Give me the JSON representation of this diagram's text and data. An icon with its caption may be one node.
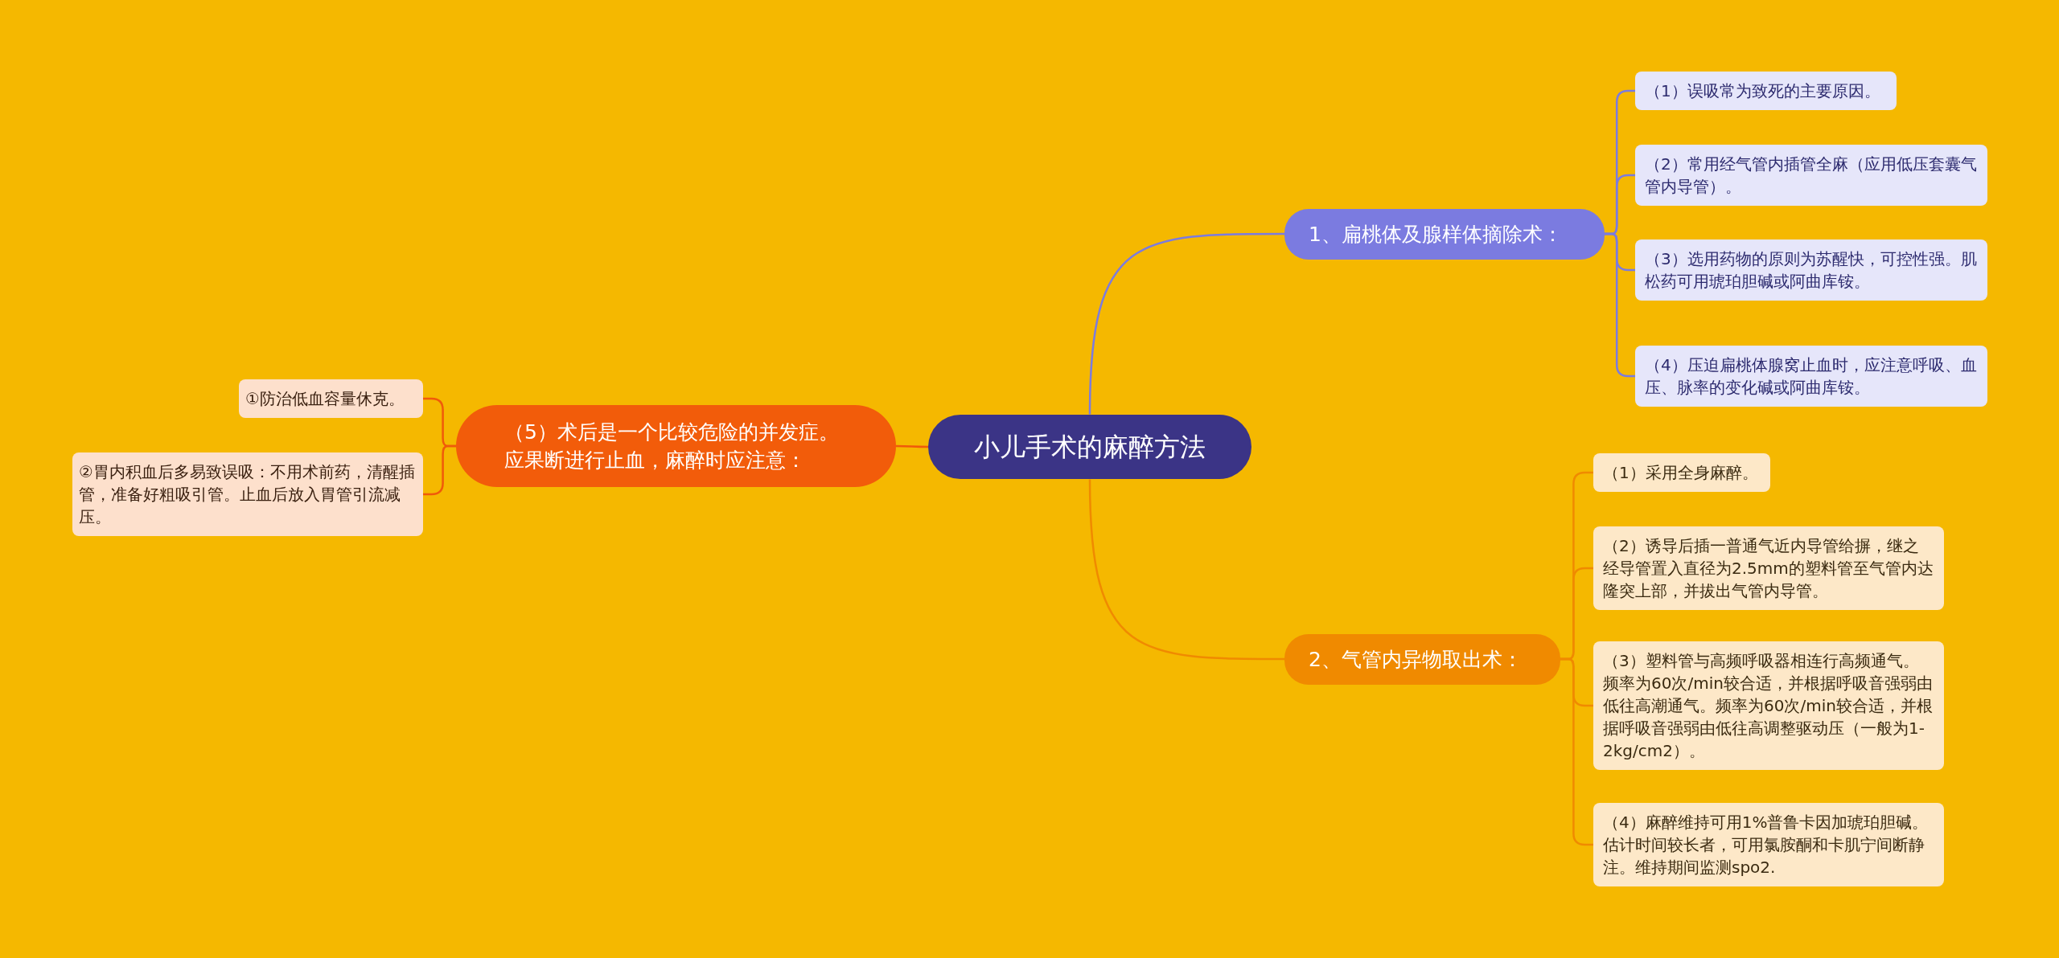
{
  "diagram": {
    "nodes": [
      {
        "text": [
          "小儿手术的麻醉方法"
        ]
      },
      {
        "text": [
          "1、扁桃体及腺样体摘除术："
        ]
      },
      {
        "text": [
          "（1）误吸常为致死的主要原因。"
        ]
      },
      {
        "text": [
          "（2）常用经气管内插管全麻（应用低压套囊气管内导管）。"
        ]
      },
      {
        "text": [
          "（3）选用药物的原则为苏醒快，可控性强。肌松药可用琥珀胆碱或阿曲库铵。"
        ]
      },
      {
        "text": [
          "（4）压迫扁桃体腺窝止血时，应注意呼吸、血压、脉率的变化碱或阿曲库铵。"
        ]
      },
      {
        "text": [
          "2、气管内异物取出术："
        ]
      },
      {
        "text": [
          "（1）采用全身麻醉。"
        ]
      },
      {
        "text": [
          "（2）诱导后插一普通气近内导管给摒，继之经导管置入直径为2.5mm的塑料管至气管内达隆突上部，并拔出气管内导管。"
        ]
      },
      {
        "text": [
          "（3）塑料管与高频呼吸器相连行高频通气。频率为60次/min较合适，并根据呼吸音强弱由低往高潮通气。频率为60次/min较合适，并根据呼吸音强弱由低往高调整驱动压（一般为1-2kg/cm2）。"
        ]
      },
      {
        "text": [
          "（4）麻醉维持可用1%普鲁卡因加琥珀胆碱。估计时间较长者，可用氯胺酮和卡肌宁间断静注。维持期间监测spo2."
        ]
      },
      {
        "text": [
          "（5）术后是一个比较危险的并发症。应果断进行止血，麻醉时应注意："
        ]
      },
      {
        "text": [
          "①防治低血容量休克。"
        ]
      },
      {
        "text": [
          "②胃内积血后多易致误吸：不用术前药，清醒插管，准备好粗吸引管。止血后放入胃管引流减压。"
        ]
      }
    ],
    "edges": [
      {
        "from": 0,
        "to": 1,
        "arrow": "none",
        "color": "#7b7be0"
      },
      {
        "from": 1,
        "to": 2,
        "arrow": "none",
        "color": "#7b7be0"
      },
      {
        "from": 1,
        "to": 3,
        "arrow": "none",
        "color": "#7b7be0"
      },
      {
        "from": 1,
        "to": 4,
        "arrow": "none",
        "color": "#7b7be0"
      },
      {
        "from": 1,
        "to": 5,
        "arrow": "none",
        "color": "#7b7be0"
      },
      {
        "from": 0,
        "to": 6,
        "arrow": "none",
        "color": "#f08a00"
      },
      {
        "from": 6,
        "to": 7,
        "arrow": "none",
        "color": "#f08a00"
      },
      {
        "from": 6,
        "to": 8,
        "arrow": "none",
        "color": "#f08a00"
      },
      {
        "from": 6,
        "to": 9,
        "arrow": "none",
        "color": "#f08a00"
      },
      {
        "from": 6,
        "to": 10,
        "arrow": "none",
        "color": "#f08a00"
      },
      {
        "from": 0,
        "to": 11,
        "arrow": "none",
        "color": "#f05a0a"
      },
      {
        "from": 11,
        "to": 12,
        "arrow": "none",
        "color": "#f05a0a"
      },
      {
        "from": 11,
        "to": 13,
        "arrow": "none",
        "color": "#f05a0a"
      }
    ]
  }
}
